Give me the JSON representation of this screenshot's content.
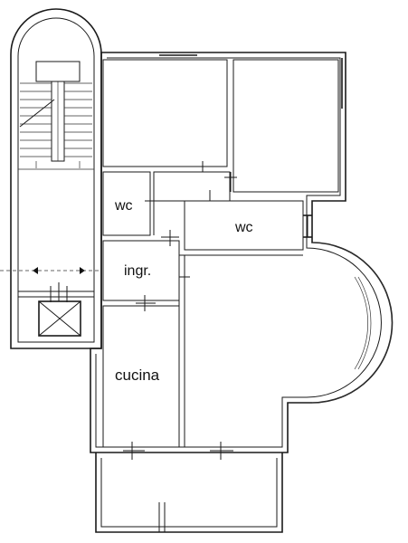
{
  "rooms": {
    "wc_small": "wc",
    "wc_large": "wc",
    "ingresso": "ingr.",
    "cucina": "cucina"
  }
}
